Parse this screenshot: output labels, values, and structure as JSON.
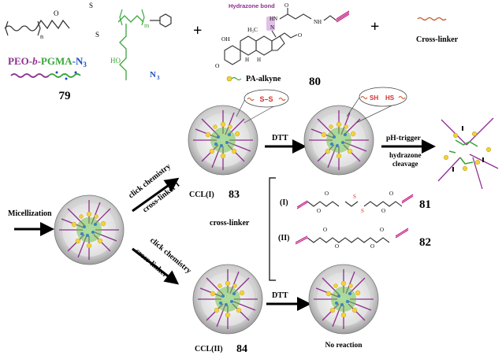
{
  "labels": {
    "peo_prefix": "PEO-",
    "peo_b": "b",
    "peo_dash": "-",
    "pgma": "PGMA",
    "n3_suffix": "-N",
    "n3_sub": "3",
    "n_sub": "n",
    "m_sub": "m",
    "ho": "HO",
    "n3_side": "N",
    "n3_side_sub": "3",
    "num_79": "79",
    "hydrazone_bond": "Hydrazone bond",
    "pa_alkyne": "PA-alkyne",
    "num_80": "80",
    "plus": "+",
    "cross_linker_top": "Cross-linker",
    "micellization": "Micellization",
    "click_chem_1": "click chemistry",
    "cross_linker_I_arrow": "cross-linker I",
    "click_chem_2": "click chemistry",
    "cross_linker_II_arrow": "cross-linker II",
    "ccl1": "CCL(I)",
    "num_83": "83",
    "ccl2": "CCL(II)",
    "num_84": "84",
    "dtt_top": "DTT",
    "dtt_bottom": "DTT",
    "no_reaction": "No reaction",
    "ph_trigger": "pH-trigger",
    "hydrazone_cleavage_1": "hydrazone",
    "hydrazone_cleavage_2": "cleavage",
    "ss_label": "S–S",
    "sh_label": "SH",
    "hs_label": "HS",
    "cross_linker_mid": "cross-linker",
    "roman_I": "(I)",
    "roman_II": "(II)",
    "num_81": "81",
    "num_82": "82",
    "oh": "OH",
    "h3c": "H₃C",
    "h": "H",
    "o_label": "O",
    "n_label": "N",
    "nh_label": "NH",
    "hn_label": "HN",
    "s_label": "S"
  },
  "colors": {
    "peo": "#8e2f8f",
    "pgma": "#3aa63a",
    "azide": "#1a4fc4",
    "hydrazone_text": "#8e2f8f",
    "hydrazone_box": "#d8b0e0",
    "alkyne": "#c0147e",
    "crosslinker": "#d2663c",
    "ss": "#d23030",
    "core": "#6cc04a",
    "drug": "#f2d23c",
    "arrow": "#000000"
  }
}
